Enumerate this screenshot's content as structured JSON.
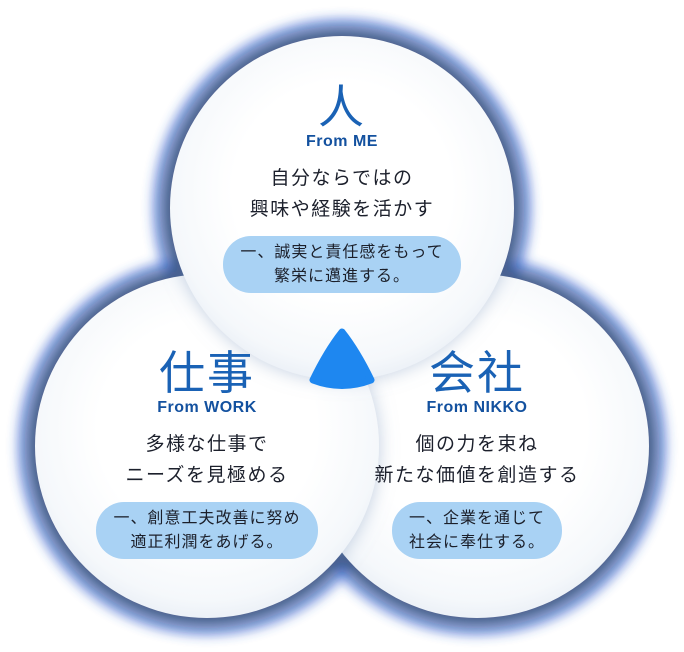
{
  "diagram": {
    "kind": "three-circle venn diagram",
    "center_icon": "rounded-triangle-overlap"
  },
  "colors": {
    "accent_blue": "#1E87F0",
    "title_blue": "#1A62B5",
    "subtitle_blue": "#13519F",
    "text_dark": "#1C202C",
    "pill_bg": "#A9D2F4",
    "pill_text": "#1B1F2A",
    "glow_navy": "#14306B",
    "glow_fringe": "#2E5ED1"
  },
  "circles": [
    {
      "id": "me",
      "kanji": "人",
      "subtitle": "From ME",
      "description_lines": [
        "自分ならではの",
        "興味や経験を活かす"
      ],
      "principle_lines": [
        "一、誠実と責任感をもって",
        "繁栄に邁進する。"
      ]
    },
    {
      "id": "work",
      "kanji": "仕事",
      "subtitle": "From WORK",
      "description_lines": [
        "多様な仕事で",
        "ニーズを見極める"
      ],
      "principle_lines": [
        "一、創意工夫改善に努め",
        "適正利潤をあげる。"
      ]
    },
    {
      "id": "nikko",
      "kanji": "会社",
      "subtitle": "From NIKKO",
      "description_lines": [
        "個の力を束ね",
        "新たな価値を創造する"
      ],
      "principle_lines": [
        "一、企業を通じて",
        "社会に奉仕する。"
      ]
    }
  ]
}
